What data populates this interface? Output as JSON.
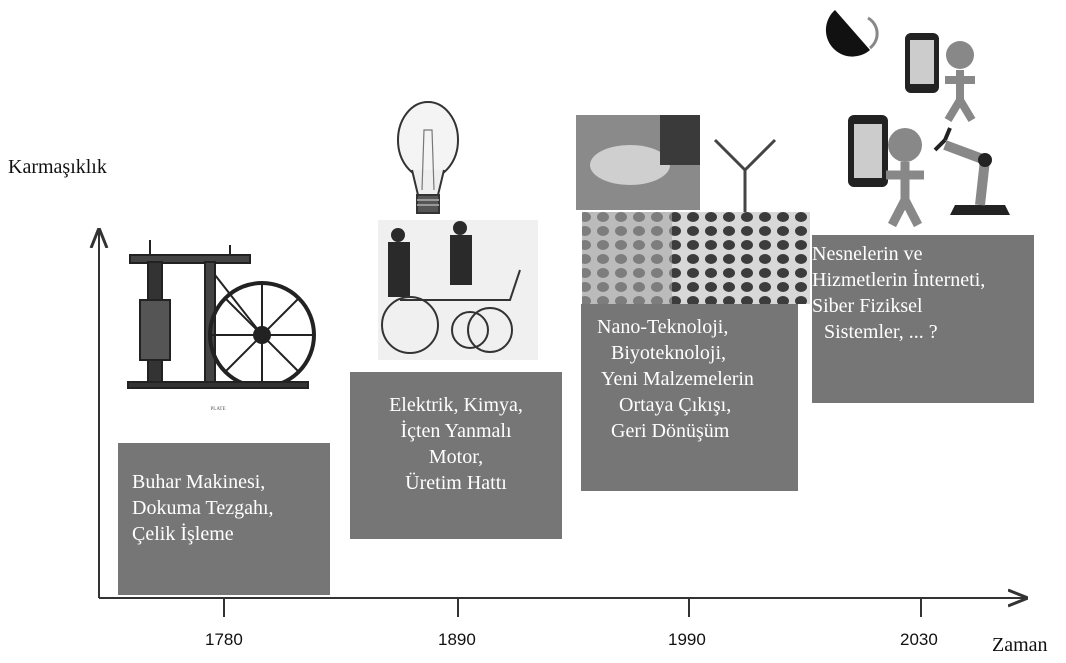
{
  "y_axis_label": "Karmaşıklık",
  "x_axis_label": "Zaman",
  "years": [
    "1780",
    "1890",
    "1990",
    "2030"
  ],
  "eras": [
    {
      "lines": [
        "Buhar Makinesi,",
        "Dokuma Tezgahı,",
        "Çelik İşleme"
      ],
      "image": "steam-engine"
    },
    {
      "lines": [
        "Elektrik, Kimya,",
        "İçten Yanmalı",
        "Motor,",
        "Üretim Hattı"
      ],
      "image": "light-bulb-and-early-automobile"
    },
    {
      "lines": [
        "Nano-Teknoloji,",
        "Biyoteknoloji,",
        "Yeni Malzemelerin",
        "Ortaya Çıkışı,",
        "Geri Dönüşüm"
      ],
      "image": "handshake-molecule-nanomaterial"
    },
    {
      "lines": [
        "Nesnelerin ve",
        "Hizmetlerin İnterneti,",
        "Siber Fiziksel",
        "Sistemler, ... ?"
      ],
      "image": "connected-devices-people-robot"
    }
  ],
  "colors": {
    "box": "#767676",
    "box_text": "#ffffff",
    "axis": "#333333"
  }
}
